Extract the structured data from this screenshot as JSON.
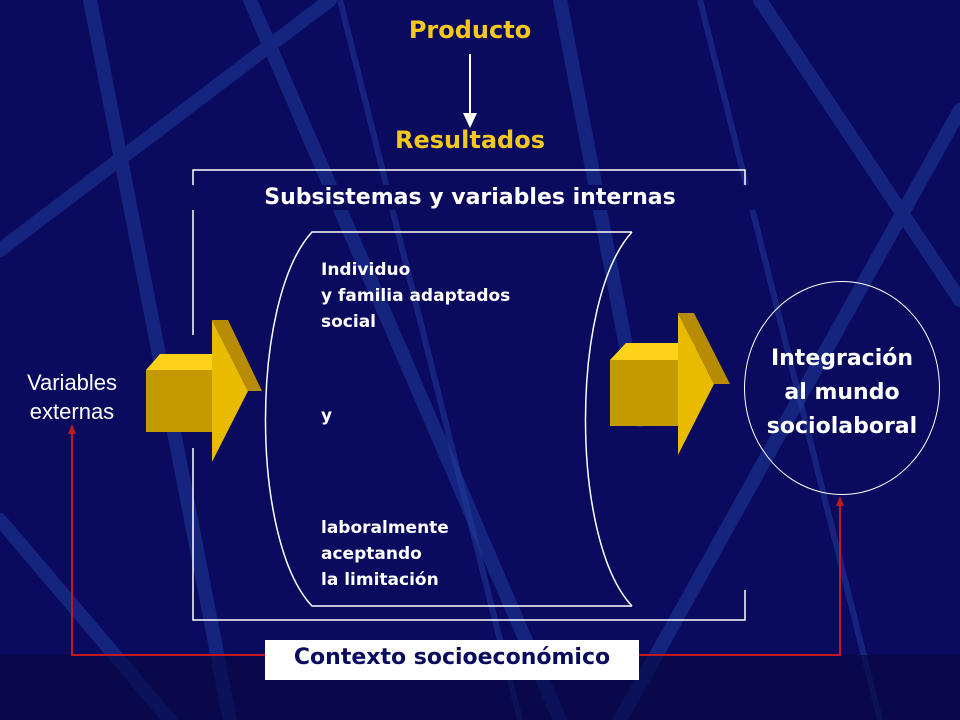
{
  "product_label": "Producto",
  "results_label": "Resultados",
  "subsystem_title": "Subsistemas y variables internas",
  "pane": {
    "line1": "Individuo",
    "line2": "y familia adaptados",
    "line3": "social",
    "line4": "y",
    "line5": "laboralmente",
    "line6": "aceptando",
    "line7": "la limitación"
  },
  "external_variables": {
    "line1": "Variables",
    "line2": "externas"
  },
  "outcome": {
    "line1": "Integración",
    "line2": "al mundo",
    "line3": "sociolaboral"
  },
  "context_label": "Contexto socioeconómico",
  "colors": {
    "background": "#0a0a5e",
    "accent_yellow": "#f5c81e",
    "arrow_gold": "#e2b800",
    "feedback_red": "#c0181e"
  }
}
